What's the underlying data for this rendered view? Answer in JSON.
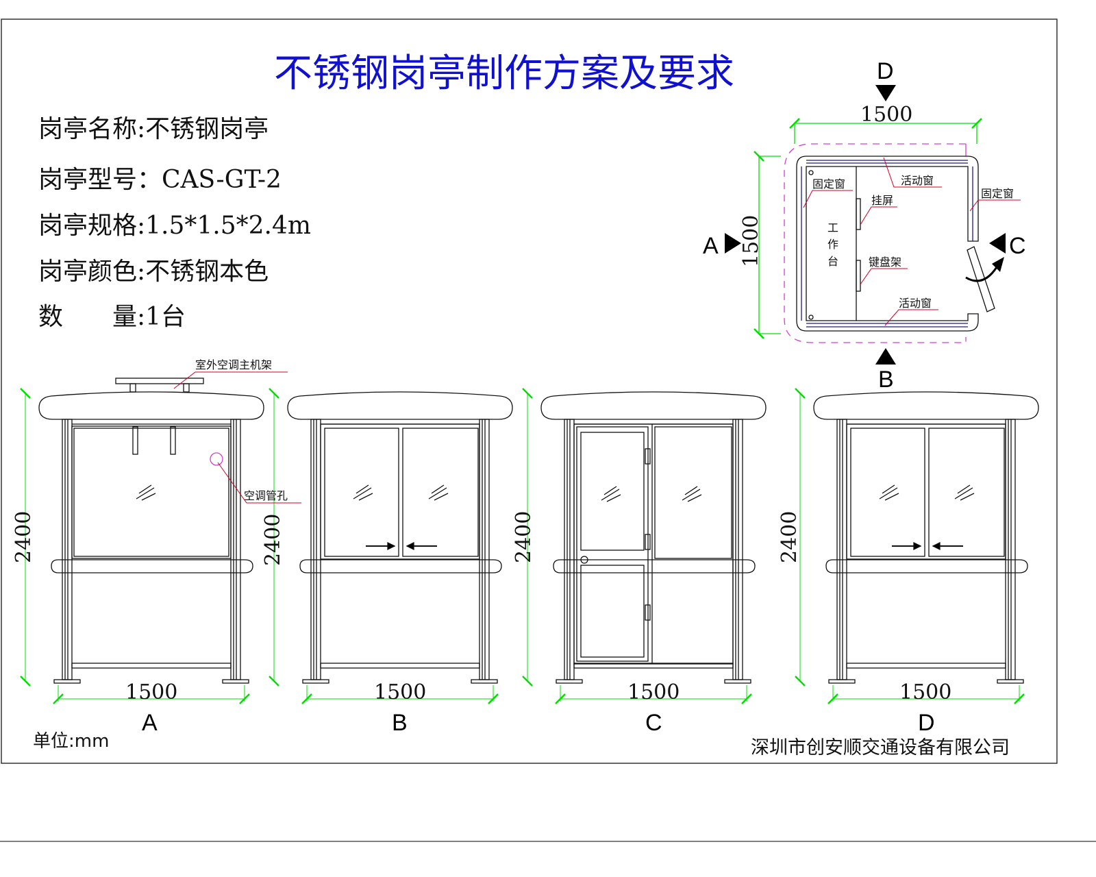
{
  "title": "不锈钢岗亭制作方案及要求",
  "info": [
    {
      "label": "岗亭名称:",
      "value": "不锈钢岗亭"
    },
    {
      "label": "岗亭型号：",
      "value": "CAS-GT-2"
    },
    {
      "label": "岗亭规格:",
      "value": "1.5*1.5*2.4m"
    },
    {
      "label": "岗亭颜色:",
      "value": "不锈钢本色"
    },
    {
      "label": "数　　量:",
      "value": "1台"
    }
  ],
  "plan": {
    "width_dim": "1500",
    "depth_dim": "1500",
    "view_labels": {
      "a": "A",
      "b": "B",
      "c": "C",
      "d": "D"
    },
    "annotations": {
      "fixed_window_left": "固定窗",
      "sliding_window_top": "活动窗",
      "fixed_window_right": "固定窗",
      "screen_hook": "挂屏",
      "keyboard_rack": "键盘架",
      "sliding_window_bottom": "活动窗",
      "workbench": [
        "工",
        "作",
        "台"
      ]
    }
  },
  "elevations": [
    {
      "label": "A",
      "height_dim": "2400",
      "width_dim": "1500"
    },
    {
      "label": "B",
      "height_dim": "2400",
      "width_dim": "1500"
    },
    {
      "label": "C",
      "height_dim": "2400",
      "width_dim": "1500"
    },
    {
      "label": "D",
      "height_dim": "2400",
      "width_dim": "1500"
    }
  ],
  "elevation_a_annotations": {
    "ac_bracket": "室外空调主机架",
    "ac_pipe_hole": "空调管孔"
  },
  "unit": "单位:mm",
  "company": "深圳市创安顺交通设备有限公司",
  "colors": {
    "title": "#1010d0",
    "dimension": "#00e000",
    "leader": "#d00020",
    "hidden": "#d040d0",
    "window": "#1a1a80"
  }
}
